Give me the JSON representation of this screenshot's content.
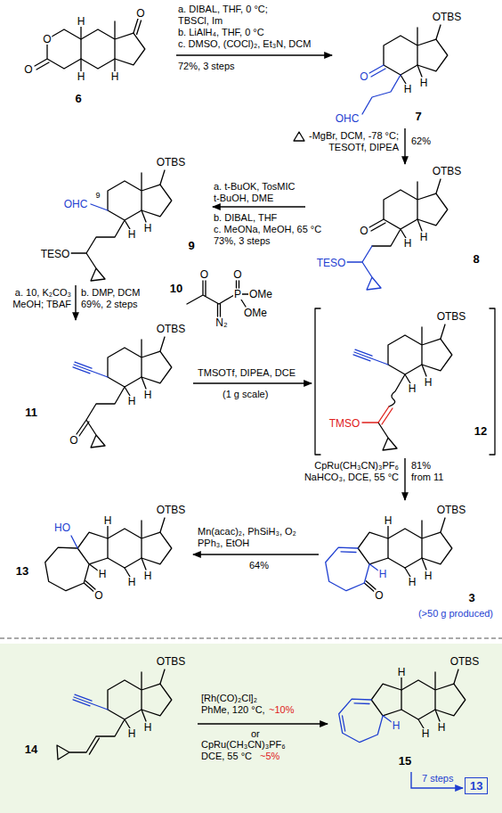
{
  "diagram": {
    "nodes": [
      {
        "text": [
          "6",
          "O",
          "O",
          "O",
          "H",
          "H",
          "H"
        ]
      },
      {
        "text": [
          "OTBS",
          "O",
          "OHC",
          "H",
          "H",
          "7"
        ]
      },
      {
        "text": [
          "OTBS",
          "OHC",
          "9",
          "H",
          "H",
          "TESO",
          "9"
        ]
      },
      {
        "text": [
          "OTBS",
          "O",
          "H",
          "H",
          "TESO",
          "8"
        ]
      },
      {
        "text": [
          "O",
          "O",
          "P",
          "OMe",
          "OMe",
          "N₂",
          "10"
        ]
      },
      {
        "text": [
          "OTBS",
          "H",
          "H",
          "O",
          "11"
        ]
      },
      {
        "text": [
          "OTBS",
          "H",
          "H",
          "TMSO",
          "12"
        ]
      },
      {
        "text": [
          "OTBS",
          "HO",
          "H",
          "H",
          "H",
          "H",
          "O",
          "13"
        ]
      },
      {
        "text": [
          "OTBS",
          "H",
          "H",
          "H",
          "H",
          "O",
          "3",
          "(>50 g produced)"
        ]
      },
      {
        "text": [
          "OTBS",
          "H",
          "H",
          "14"
        ]
      },
      {
        "text": [
          "OTBS",
          "H",
          "H",
          "H",
          "H",
          "15"
        ]
      },
      {
        "text": [
          "13"
        ]
      }
    ],
    "edges": [
      {
        "from": 0,
        "to": 1,
        "arrow": "to",
        "label": "a. DIBAL, THF, 0 °C; TBSCl, Im"
      },
      {
        "from": 1,
        "to": 3,
        "arrow": "to",
        "label": "-MgBr, DCM, -78 °C; TESOTf, DIPEA"
      },
      {
        "from": 3,
        "to": 2,
        "arrow": "to",
        "label": "a. t-BuOK, TosMIC t-BuOH, DME"
      },
      {
        "from": 2,
        "to": 5,
        "arrow": "to",
        "label": "a. 10, K₂CO₃ MeOH; TBAF"
      },
      {
        "from": 5,
        "to": 6,
        "arrow": "to",
        "label": "TMSOTf, DIPEA, DCE"
      },
      {
        "from": 6,
        "to": 8,
        "arrow": "to",
        "label": "CpRu(CH₃CN)₃PF₆ NaHCO₃, DCE, 55 °C"
      },
      {
        "from": 8,
        "to": 7,
        "arrow": "to",
        "label": "Mn(acac)₂, PhSiH₃, O₂ PPh₃, EtOH"
      },
      {
        "from": 9,
        "to": 10,
        "arrow": "to",
        "label": "[Rh(CO)₂Cl]₂ PhMe, 120 °C,"
      },
      {
        "from": 10,
        "to": 11,
        "arrow": "to",
        "label": "7 steps"
      }
    ],
    "labels": [
      "b. LiAlH₄, THF, 0 °C",
      "c. DMSO, (COCl)₂, Et₃N, DCM",
      "72%, 3 steps",
      "62%",
      "b. DIBAL, THF",
      "c. MeONa, MeOH, 65 °C",
      "73%, 3 steps",
      "b. DMP, DCM",
      "69%, 2 steps",
      "(1 g scale)",
      "81% from 11",
      "64%",
      "~10%",
      "or",
      "CpRu(CH₃CN)₃PF₆",
      "DCE, 55 °C",
      "~5%"
    ]
  }
}
